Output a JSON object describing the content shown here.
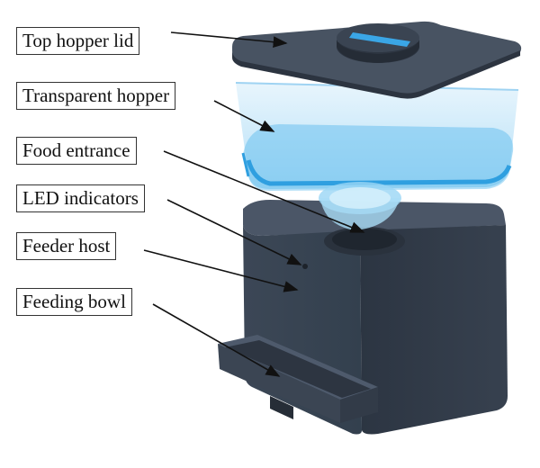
{
  "labels": [
    {
      "text": "Top hopper lid"
    },
    {
      "text": "Transparent hopper"
    },
    {
      "text": "Food entrance"
    },
    {
      "text": "LED indicators"
    },
    {
      "text": "Feeder host"
    },
    {
      "text": "Feeding bowl"
    }
  ],
  "colors": {
    "body": "#3a4452",
    "body_dark": "#2c3440",
    "body_light": "#4a5566",
    "lid": "#3c4654",
    "lid_top": "#485362",
    "hopper_blue": "#2f9fe0",
    "hopper_glass": "#bfe3f7",
    "accent_blue": "#3aa6e6",
    "arrow": "#111111",
    "label_border": "#333333"
  }
}
